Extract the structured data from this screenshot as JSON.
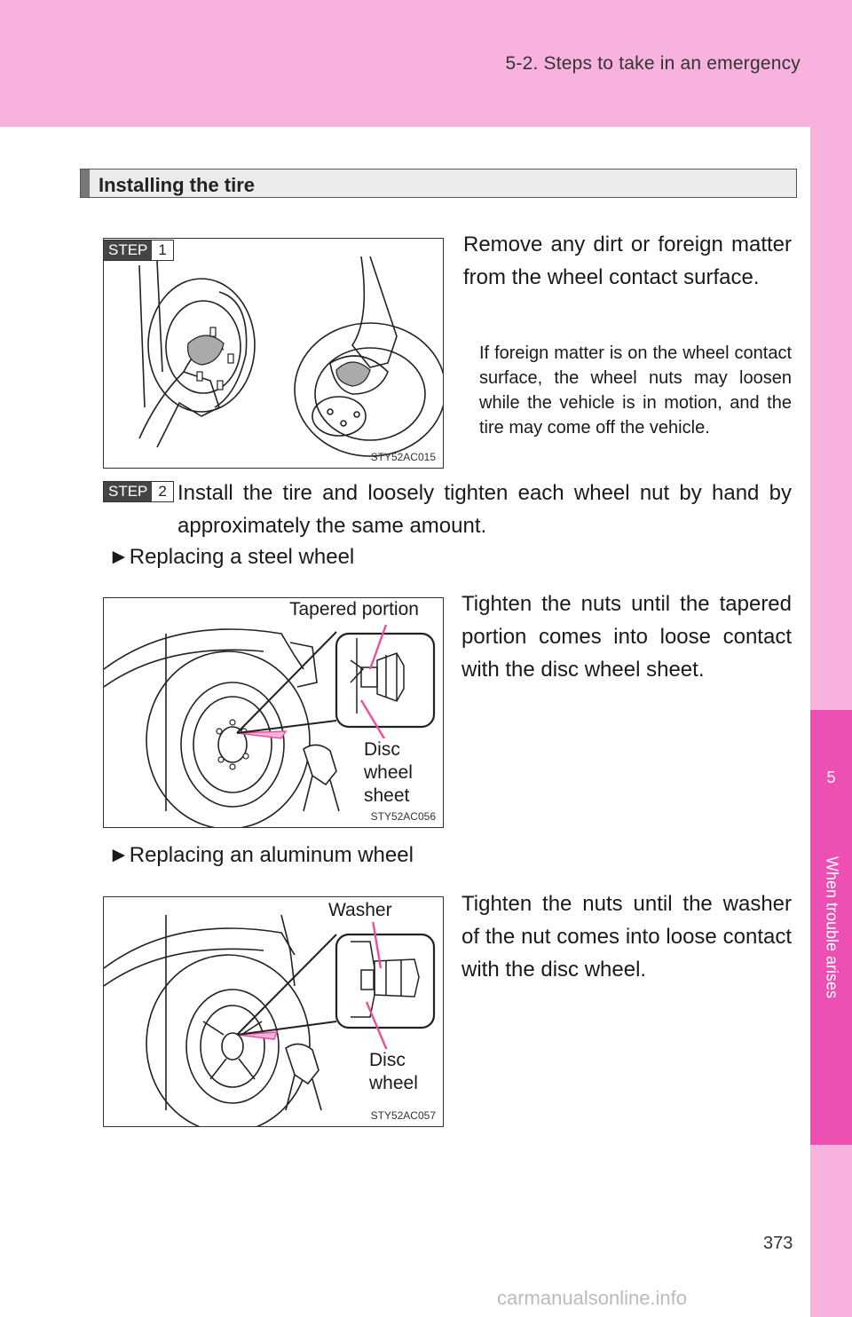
{
  "header": {
    "section_title": "5-2. Steps to take in an emergency"
  },
  "side_tab": {
    "chapter_number": "5",
    "chapter_title": "When trouble arises"
  },
  "section": {
    "title": "Installing the tire"
  },
  "step1": {
    "badge_word": "STEP",
    "badge_number": "1",
    "instruction": "Remove any dirt or foreign matter from the wheel contact surface.",
    "note": "If foreign matter is on the wheel contact surface, the wheel nuts may loosen while the vehicle is in motion, and the tire may come off the vehicle.",
    "figure_code": "STY52AC015"
  },
  "step2": {
    "badge_word": "STEP",
    "badge_number": "2",
    "instruction": "Install the tire and loosely tighten each wheel nut by hand by approximately the same amount."
  },
  "steel": {
    "heading": "►Replacing a steel wheel",
    "text": "Tighten the nuts until the tapered portion comes into loose contact with the disc wheel sheet.",
    "callout_top": "Tapered portion",
    "callout_bottom_1": "Disc",
    "callout_bottom_2": "wheel",
    "callout_bottom_3": "sheet",
    "figure_code": "STY52AC056"
  },
  "aluminum": {
    "heading": "►Replacing an aluminum wheel",
    "text": "Tighten the nuts until the washer of the nut comes into loose contact with the disc wheel.",
    "callout_top": "Washer",
    "callout_bottom_1": "Disc",
    "callout_bottom_2": "wheel",
    "figure_code": "STY52AC057"
  },
  "page_number": "373",
  "watermark": "carmanualsonline.info",
  "colors": {
    "header_pink": "#f7b3dd",
    "tab_magenta": "#ee4fb3",
    "arrow_pink": "#e8509a"
  }
}
